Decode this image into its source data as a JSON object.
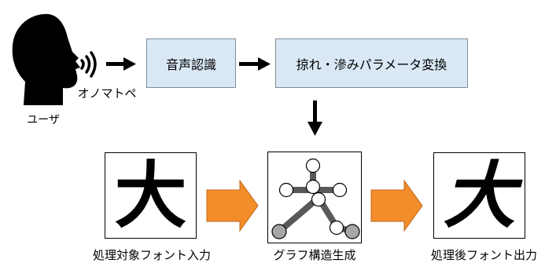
{
  "user": {
    "label": "ユーザ"
  },
  "input_label": "オノマトペ",
  "pipeline": {
    "step1": "音声認識",
    "step2": "掠れ・滲みパラメータ変換"
  },
  "stages": {
    "input_glyph": "大",
    "input_caption": "処理対象フォント入力",
    "graph_caption": "グラフ構造生成",
    "output_glyph": "大",
    "output_caption": "処理後フォント出力"
  },
  "colors": {
    "box_fill": "#dae7f5",
    "box_border": "#7f8c99",
    "orange_arrow": "#f28d2a",
    "graph_edge": "#595959",
    "end_node": "#a6a6a6"
  }
}
